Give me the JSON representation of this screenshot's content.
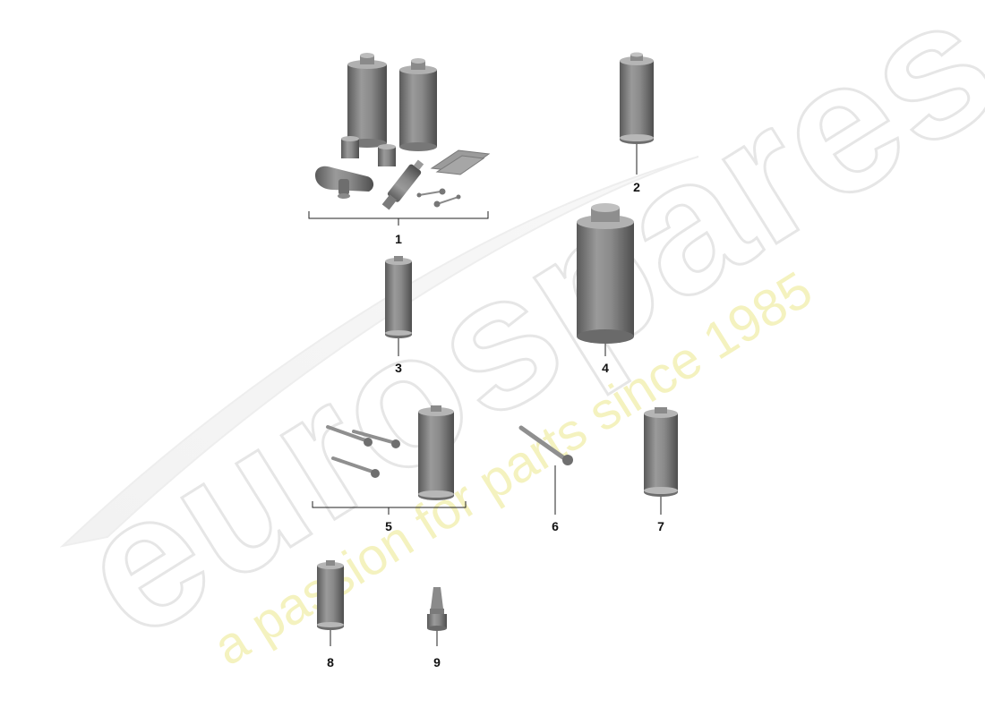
{
  "watermark": {
    "brand": "eurospares",
    "tagline": "a passion for parts since 1985"
  },
  "callouts": [
    "1",
    "2",
    "3",
    "4",
    "5",
    "6",
    "7",
    "8",
    "9"
  ],
  "colors": {
    "part_fill": "#8a8a8a",
    "part_dark": "#5e5e5e",
    "part_light": "#b3b3b3",
    "leader_line": "#222222",
    "watermark_text": "#f3f0b4"
  }
}
